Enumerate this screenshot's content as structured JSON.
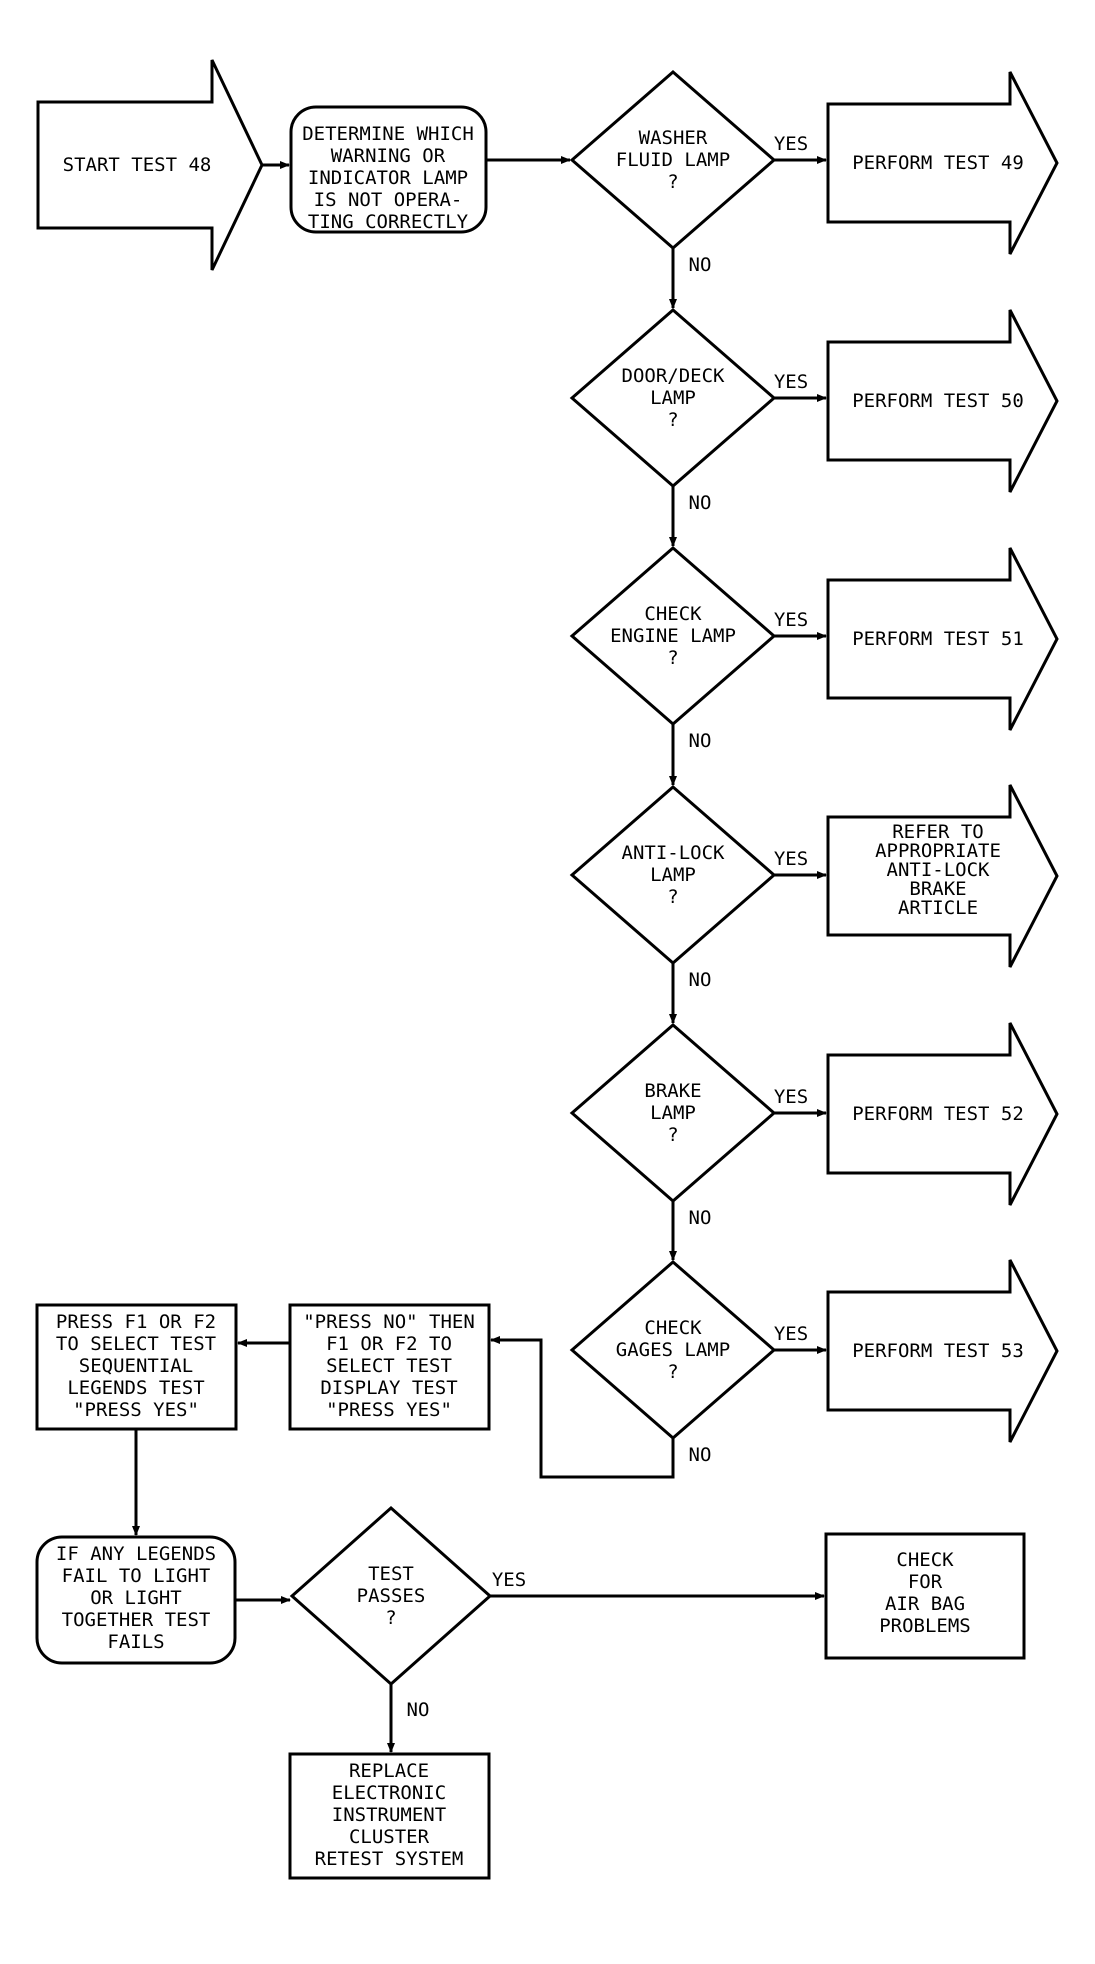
{
  "start": {
    "label": "START TEST 48"
  },
  "determine": {
    "lines": [
      "DETERMINE WHICH",
      "WARNING OR",
      "INDICATOR LAMP",
      "IS NOT OPERA-",
      "TING CORRECTLY"
    ]
  },
  "decisions": {
    "washer": {
      "lines": [
        "WASHER",
        "FLUID LAMP",
        "?"
      ]
    },
    "door": {
      "lines": [
        "DOOR/DECK",
        "LAMP",
        "?"
      ]
    },
    "engine": {
      "lines": [
        "CHECK",
        "ENGINE LAMP",
        "?"
      ]
    },
    "antilock": {
      "lines": [
        "ANTI-LOCK",
        "LAMP",
        "?"
      ]
    },
    "brake": {
      "lines": [
        "BRAKE",
        "LAMP",
        "?"
      ]
    },
    "gages": {
      "lines": [
        "CHECK",
        "GAGES LAMP",
        "?"
      ]
    },
    "passes": {
      "lines": [
        "TEST",
        "PASSES",
        "?"
      ]
    }
  },
  "results": {
    "test49": {
      "lines": [
        "PERFORM TEST 49"
      ]
    },
    "test50": {
      "lines": [
        "PERFORM TEST 50"
      ]
    },
    "test51": {
      "lines": [
        "PERFORM TEST 51"
      ]
    },
    "antilock_ref": {
      "lines": [
        "REFER TO",
        "APPROPRIATE",
        "ANTI-LOCK",
        "BRAKE",
        "ARTICLE"
      ]
    },
    "test52": {
      "lines": [
        "PERFORM TEST 52"
      ]
    },
    "test53": {
      "lines": [
        "PERFORM TEST 53"
      ]
    }
  },
  "boxes": {
    "press_no": {
      "lines": [
        "\"PRESS NO\" THEN",
        "F1 OR F2 TO",
        "SELECT TEST",
        "DISPLAY TEST",
        "\"PRESS YES\""
      ]
    },
    "press_f1": {
      "lines": [
        "PRESS F1 OR F2",
        "TO SELECT TEST",
        "SEQUENTIAL",
        "LEGENDS TEST",
        "\"PRESS YES\""
      ]
    },
    "legends": {
      "lines": [
        "IF ANY LEGENDS",
        "FAIL TO LIGHT",
        "OR LIGHT",
        "TOGETHER TEST",
        "FAILS"
      ]
    },
    "airbag": {
      "lines": [
        "CHECK",
        "FOR",
        "AIR BAG",
        "PROBLEMS"
      ]
    },
    "replace": {
      "lines": [
        "REPLACE",
        "ELECTRONIC",
        "INSTRUMENT",
        "CLUSTER",
        "RETEST SYSTEM"
      ]
    }
  },
  "edge_labels": {
    "yes": "YES",
    "no": "NO"
  }
}
